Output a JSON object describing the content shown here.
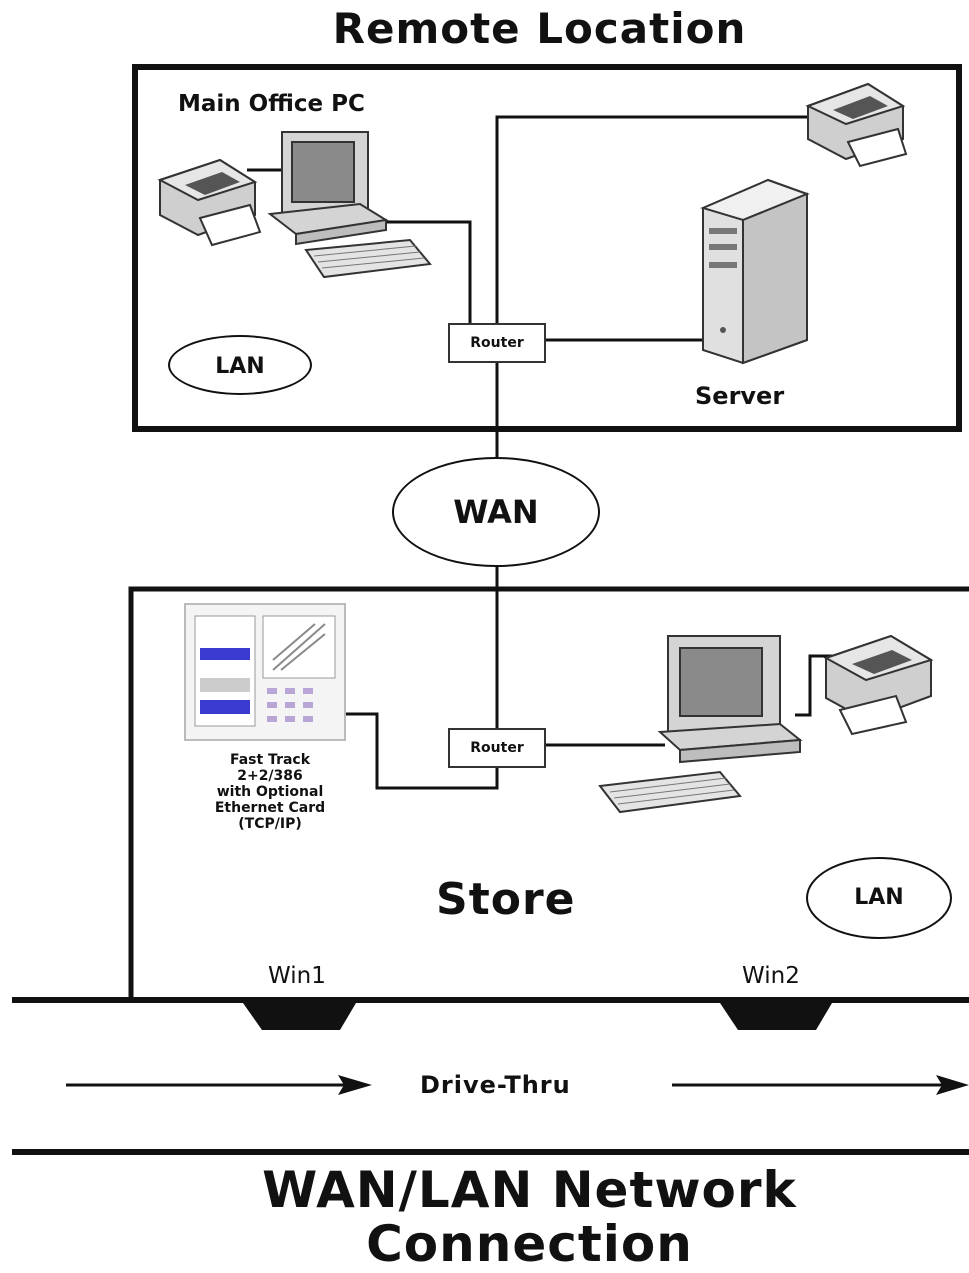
{
  "title": "Remote Location",
  "remote": {
    "main_office_label": "Main Office PC",
    "lan_label": "LAN",
    "router_label": "Router",
    "server_label": "Server"
  },
  "wan_label": "WAN",
  "store": {
    "pos_caption": [
      "Fast Track",
      "2+2/386",
      "with Optional",
      "Ethernet Card",
      "(TCP/IP)"
    ],
    "router_label": "Router",
    "store_label": "Store",
    "lan_label": "LAN",
    "window_labels": [
      "Win1",
      "Win2"
    ]
  },
  "drive_thru_label": "Drive-Thru",
  "footer_title": [
    "WAN/LAN Network",
    "Connection"
  ],
  "colors": {
    "line": "#111111",
    "device_gray": "#cfcfcf",
    "screen": "#8a8a8a",
    "pos_blue": "#3a3ad0"
  }
}
